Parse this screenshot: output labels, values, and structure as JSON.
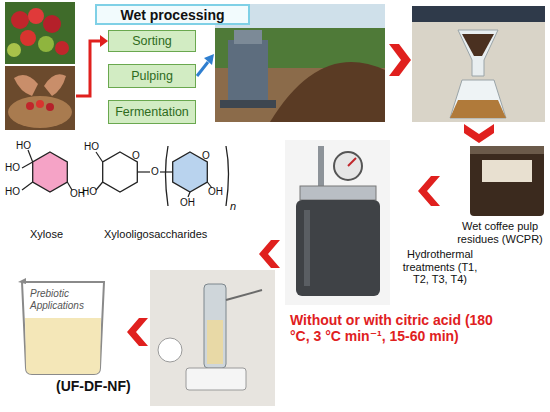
{
  "diagram": {
    "nodes": [
      {
        "text": [
          "Wet processing"
        ]
      },
      {
        "text": [
          "Sorting"
        ]
      },
      {
        "text": [
          "Pulping"
        ]
      },
      {
        "text": [
          "Fermentation"
        ]
      }
    ],
    "labels": [
      "HO",
      "HO",
      "HO",
      "OH",
      "HO",
      "HO",
      "O",
      "O",
      "O",
      "OH",
      "OH",
      "n",
      "Xylose",
      "Xylooligosaccharides",
      "Wet coffee pulp residues (WCPR)",
      "Hydrothermal treatments (T1, T2, T3, T4)",
      "Without or with citric acid (180 °C, 3 °C min⁻¹, 15-60 min)",
      "Prebiotic Applications",
      "(UF-DF-NF)"
    ]
  }
}
